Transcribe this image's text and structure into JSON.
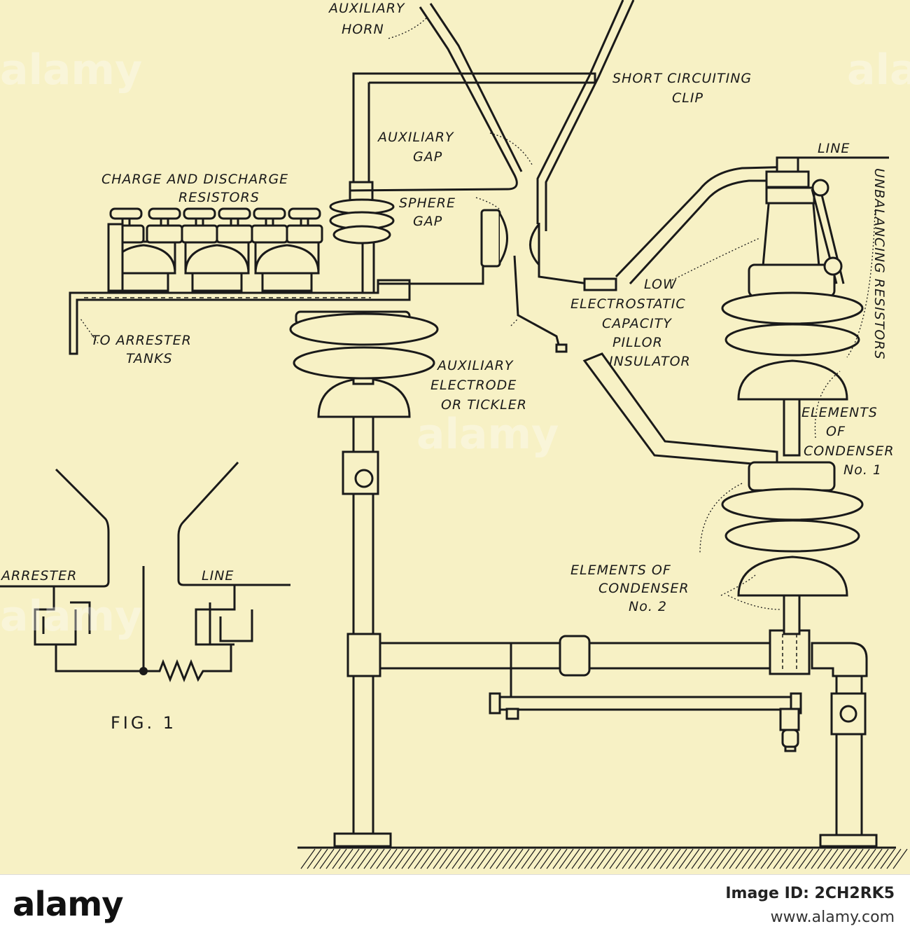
{
  "labels": {
    "auxiliary_horn": [
      "AUXILIARY",
      "HORN"
    ],
    "short_circuiting_clip": [
      "SHORT CIRCUITING",
      "CLIP"
    ],
    "auxiliary_gap": [
      "AUXILIARY",
      "GAP"
    ],
    "line_top": "LINE",
    "charge_discharge": [
      "CHARGE AND DISCHARGE",
      "RESISTORS"
    ],
    "sphere_gap": [
      "SPHERE",
      "GAP"
    ],
    "unbalancing": "UNBALANCING RESISTORS",
    "low_capacity": [
      "LOW",
      "ELECTROSTATIC",
      "CAPACITY",
      "PILLOR",
      "INSULATOR"
    ],
    "to_arrester": [
      "TO ARRESTER",
      "TANKS"
    ],
    "tickler": [
      "AUXILIARY",
      "ELECTRODE",
      "OR TICKLER"
    ],
    "condenser1": [
      "ELEMENTS",
      "OF",
      "CONDENSER",
      "No. 1"
    ],
    "condenser2": [
      "ELEMENTS OF",
      "CONDENSER",
      "No. 2"
    ],
    "fig_arrester": "ARRESTER",
    "fig_line": "LINE",
    "fig_caption": "FIG. 1"
  },
  "watermark": "alamy",
  "footer": {
    "brand": "alamy",
    "image_id": "Image ID: 2CH2RK5",
    "site": "www.alamy.com"
  }
}
